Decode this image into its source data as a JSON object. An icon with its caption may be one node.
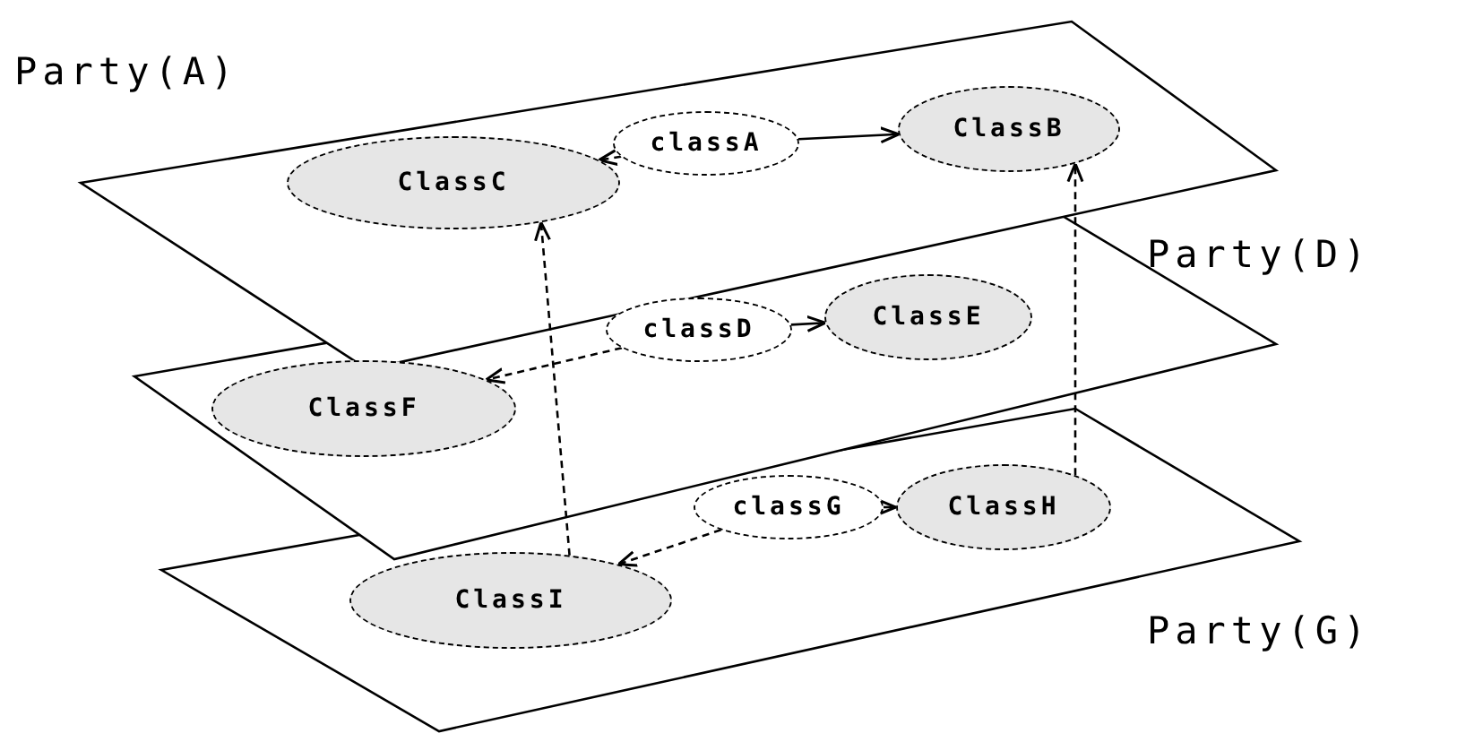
{
  "diagram": {
    "nodes": [
      {
        "text": [
          "Party(A)"
        ]
      },
      {
        "text": [
          "classA"
        ],
        "in": 0
      },
      {
        "text": [
          "ClassB"
        ],
        "in": 0
      },
      {
        "text": [
          "ClassC"
        ],
        "in": 0
      },
      {
        "text": [
          "Party(D)"
        ]
      },
      {
        "text": [
          "classD"
        ],
        "in": 4
      },
      {
        "text": [
          "ClassE"
        ],
        "in": 4
      },
      {
        "text": [
          "ClassF"
        ],
        "in": 4
      },
      {
        "text": [
          "Party(G)"
        ]
      },
      {
        "text": [
          "classG"
        ],
        "in": 8
      },
      {
        "text": [
          "ClassH"
        ],
        "in": 8
      },
      {
        "text": [
          "ClassI"
        ],
        "in": 8
      }
    ],
    "edges": [
      {
        "from": 1,
        "to": 2,
        "arrow": "to"
      },
      {
        "from": 1,
        "to": 3,
        "arrow": "to",
        "style": "dashed"
      },
      {
        "from": 5,
        "to": 6,
        "arrow": "to"
      },
      {
        "from": 5,
        "to": 7,
        "arrow": "to",
        "style": "dashed"
      },
      {
        "from": 9,
        "to": 10,
        "arrow": "to"
      },
      {
        "from": 9,
        "to": 11,
        "arrow": "to",
        "style": "dashed"
      },
      {
        "from": 11,
        "to": 3,
        "arrow": "to",
        "style": "dashed"
      },
      {
        "from": 10,
        "to": 2,
        "arrow": "to",
        "style": "dashed"
      }
    ]
  }
}
